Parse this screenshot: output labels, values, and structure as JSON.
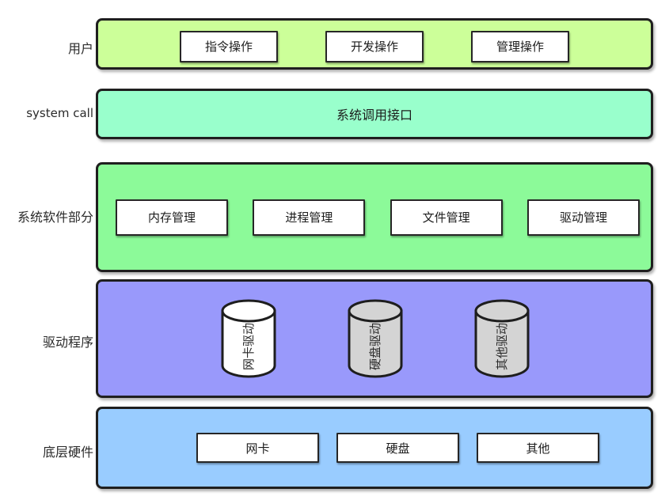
{
  "page": {
    "background": "#ffffff",
    "border_color": "#1f1f1f"
  },
  "rows": [
    {
      "label": "用户",
      "fill": "#ccff99",
      "buttons": [
        "指令操作",
        "开发操作",
        "管理操作"
      ]
    },
    {
      "label": "system call",
      "fill": "#99ffcc",
      "title": "系统调用接口"
    },
    {
      "label": "系统软件部分",
      "fill": "#8cfa99",
      "buttons": [
        "内存管理",
        "进程管理",
        "文件管理",
        "驱动管理"
      ]
    },
    {
      "label": "驱动程序",
      "fill": "#9999fb",
      "cylinders": [
        {
          "text": "网卡驱动",
          "fill": "#ffffff"
        },
        {
          "text": "硬盘驱动",
          "fill": "#d4d4d4"
        },
        {
          "text": "其他驱动",
          "fill": "#d4d4d4"
        }
      ]
    },
    {
      "label": "底层硬件",
      "fill": "#99ccff",
      "buttons": [
        "网卡",
        "硬盘",
        "其他"
      ]
    }
  ]
}
